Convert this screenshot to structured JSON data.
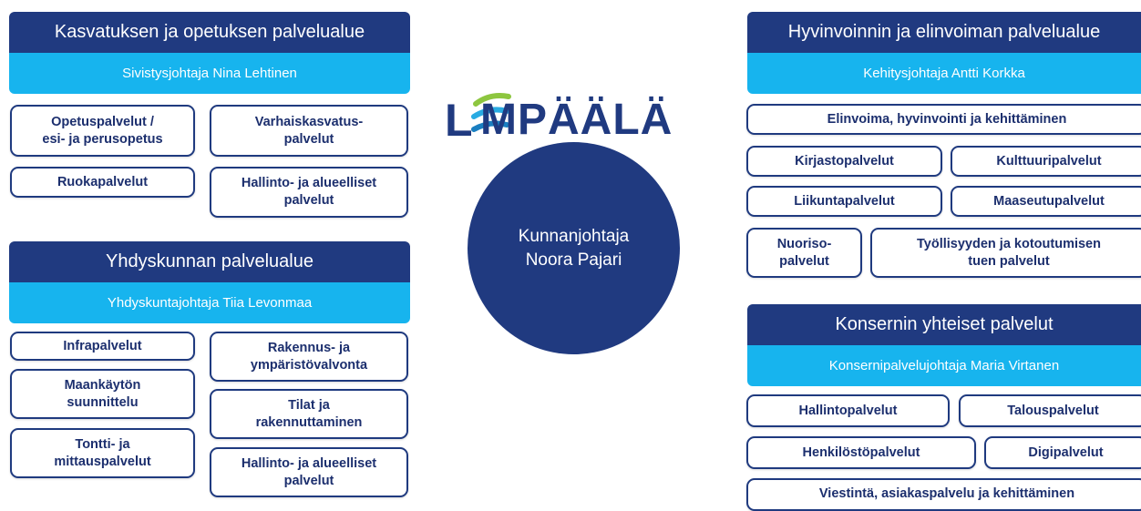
{
  "center": {
    "title": "Kunnanjohtaja",
    "name": "Noora Pajari"
  },
  "logo": {
    "text": "MPÄÄLÄ",
    "brand": "LEMPÄÄLÄ"
  },
  "areas": {
    "kasvatus": {
      "title": "Kasvatuksen ja opetuksen palvelualue",
      "head": "Sivistysjohtaja Nina Lehtinen",
      "units": [
        "Opetuspalvelut /\nesi- ja perusopetus",
        "Varhaiskasvatus-\npalvelut",
        "Ruokapalvelut",
        "Hallinto- ja alueelliset\npalvelut"
      ]
    },
    "yhdyskunta": {
      "title": "Yhdyskunnan palvelualue",
      "head": "Yhdyskuntajohtaja Tiia Levonmaa",
      "units": [
        "Infrapalvelut",
        "Rakennus- ja\nympäristövalvonta",
        "Maankäytön\nsuunnittelu",
        "Tilat ja\nrakennuttaminen",
        "Tontti- ja\nmittauspalvelut",
        "Hallinto- ja alueelliset\npalvelut"
      ]
    },
    "hyvinvointi": {
      "title": "Hyvinvoinnin ja elinvoiman palvelualue",
      "head": "Kehitysjohtaja Antti Korkka",
      "units": [
        "Elinvoima, hyvinvointi ja kehittäminen",
        "Kirjastopalvelut",
        "Kulttuuripalvelut",
        "Liikuntapalvelut",
        "Maaseutupalvelut",
        "Nuoriso-\npalvelut",
        "Työllisyyden ja kotoutumisen\ntuen palvelut"
      ]
    },
    "konserni": {
      "title": "Konsernin yhteiset palvelut",
      "head": "Konsernipalvelujohtaja Maria Virtanen",
      "units": [
        "Hallintopalvelut",
        "Talouspalvelut",
        "Henkilöstöpalvelut",
        "Digipalvelut",
        "Viestintä, asiakaspalvelu ja kehittäminen"
      ]
    }
  },
  "colors": {
    "navy": "#203a80",
    "cyan": "#17b4ee",
    "logo_blue": "#29abe2",
    "logo_green": "#8dc63f"
  }
}
